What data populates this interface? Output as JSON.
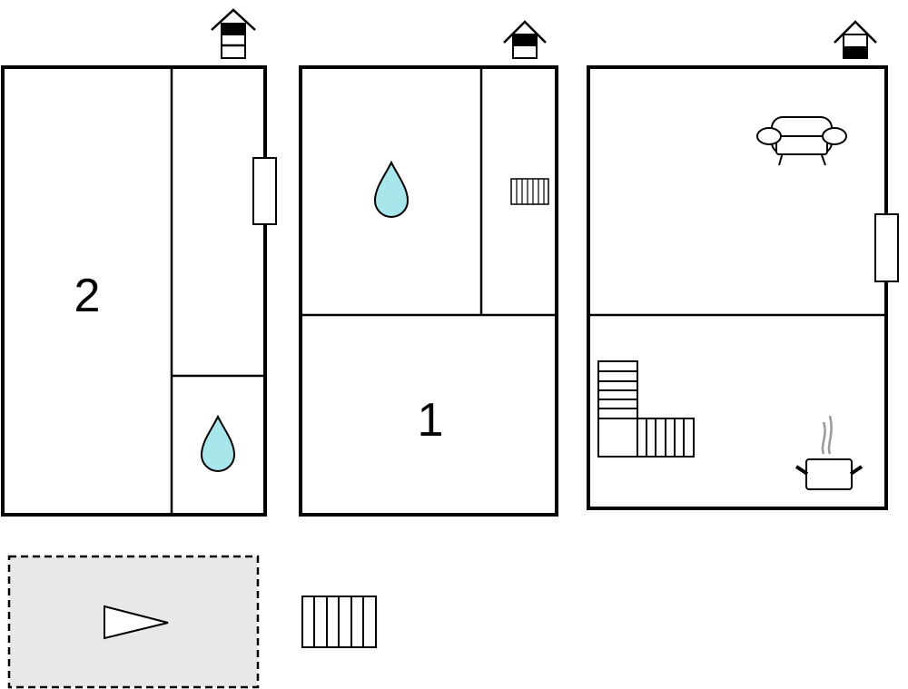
{
  "floors": [
    {
      "label": "2",
      "compass_top": "filled"
    },
    {
      "label": "1",
      "compass_top": "filled"
    },
    {
      "label": "",
      "compass_top": "bottom-filled"
    }
  ],
  "colors": {
    "water": "#a8e6ec",
    "terrace": "#e8e8e8",
    "steam": "#999999"
  },
  "icons": [
    "house-north-icon",
    "water-drop-icon",
    "radiator-icon",
    "sofa-icon",
    "staircase-icon",
    "cooking-pot-icon",
    "window-icon",
    "direction-arrow-icon"
  ]
}
